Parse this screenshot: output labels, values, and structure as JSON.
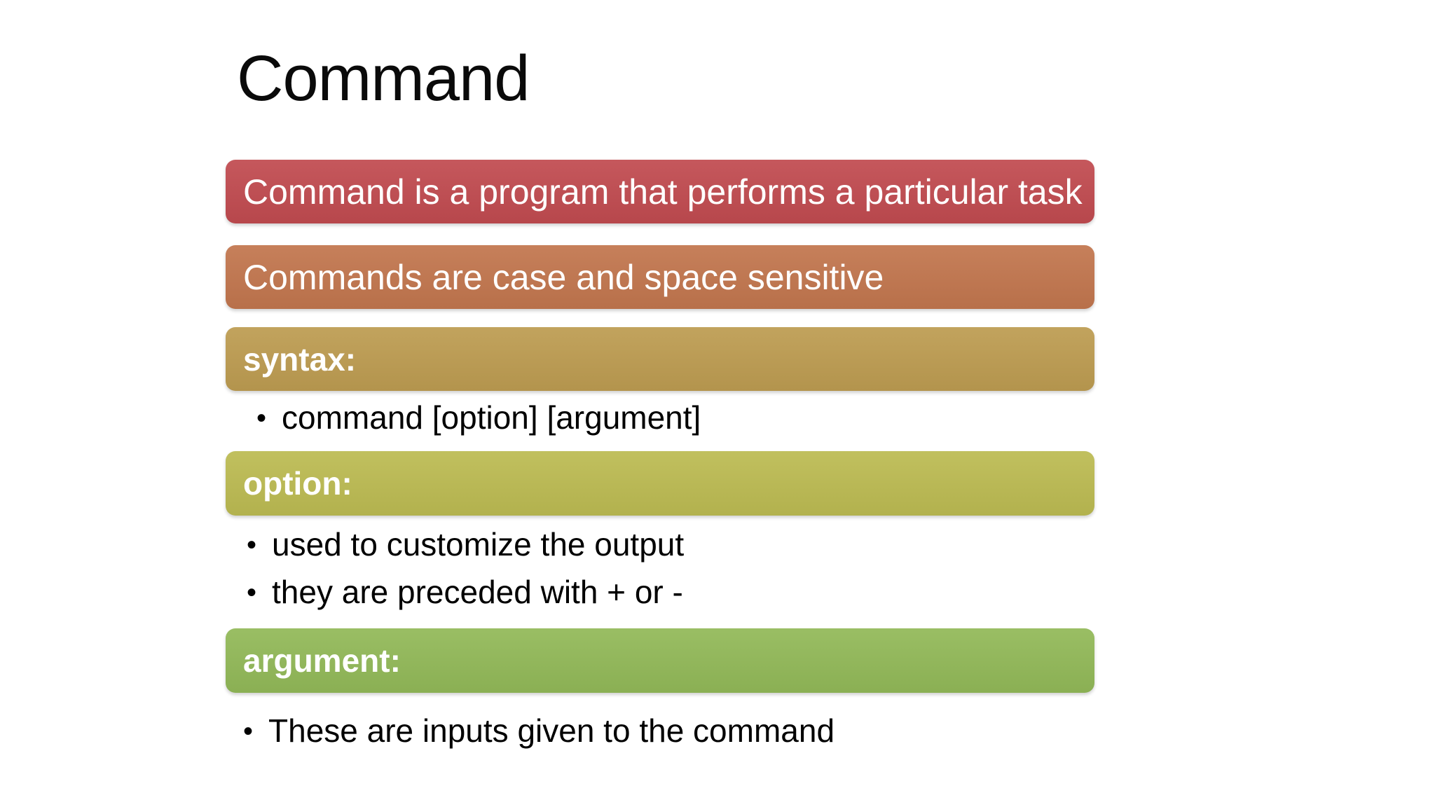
{
  "slide": {
    "title": "Command",
    "background_color": "#FFFFFF",
    "bar_text_color": "#FFFFFF",
    "body_text_color": "#000000",
    "bullet_glyph": "•",
    "items": [
      {
        "type": "statement",
        "label": "Command is a program that performs a particular task",
        "color": "#C14B50",
        "bullets": []
      },
      {
        "type": "statement",
        "label": "Commands are case and space sensitive",
        "color": "#C2764E",
        "bullets": []
      },
      {
        "type": "term",
        "label": "syntax:",
        "color": "#BD9C51",
        "bullets": [
          "command [option] [argument]"
        ]
      },
      {
        "type": "term",
        "label": "option:",
        "color": "#BCBB52",
        "bullets": [
          "used to customize the output",
          "they are preceded with + or -"
        ]
      },
      {
        "type": "term",
        "label": "argument:",
        "color": "#92B958",
        "bullets": [
          "These are inputs given to the command"
        ]
      }
    ]
  }
}
